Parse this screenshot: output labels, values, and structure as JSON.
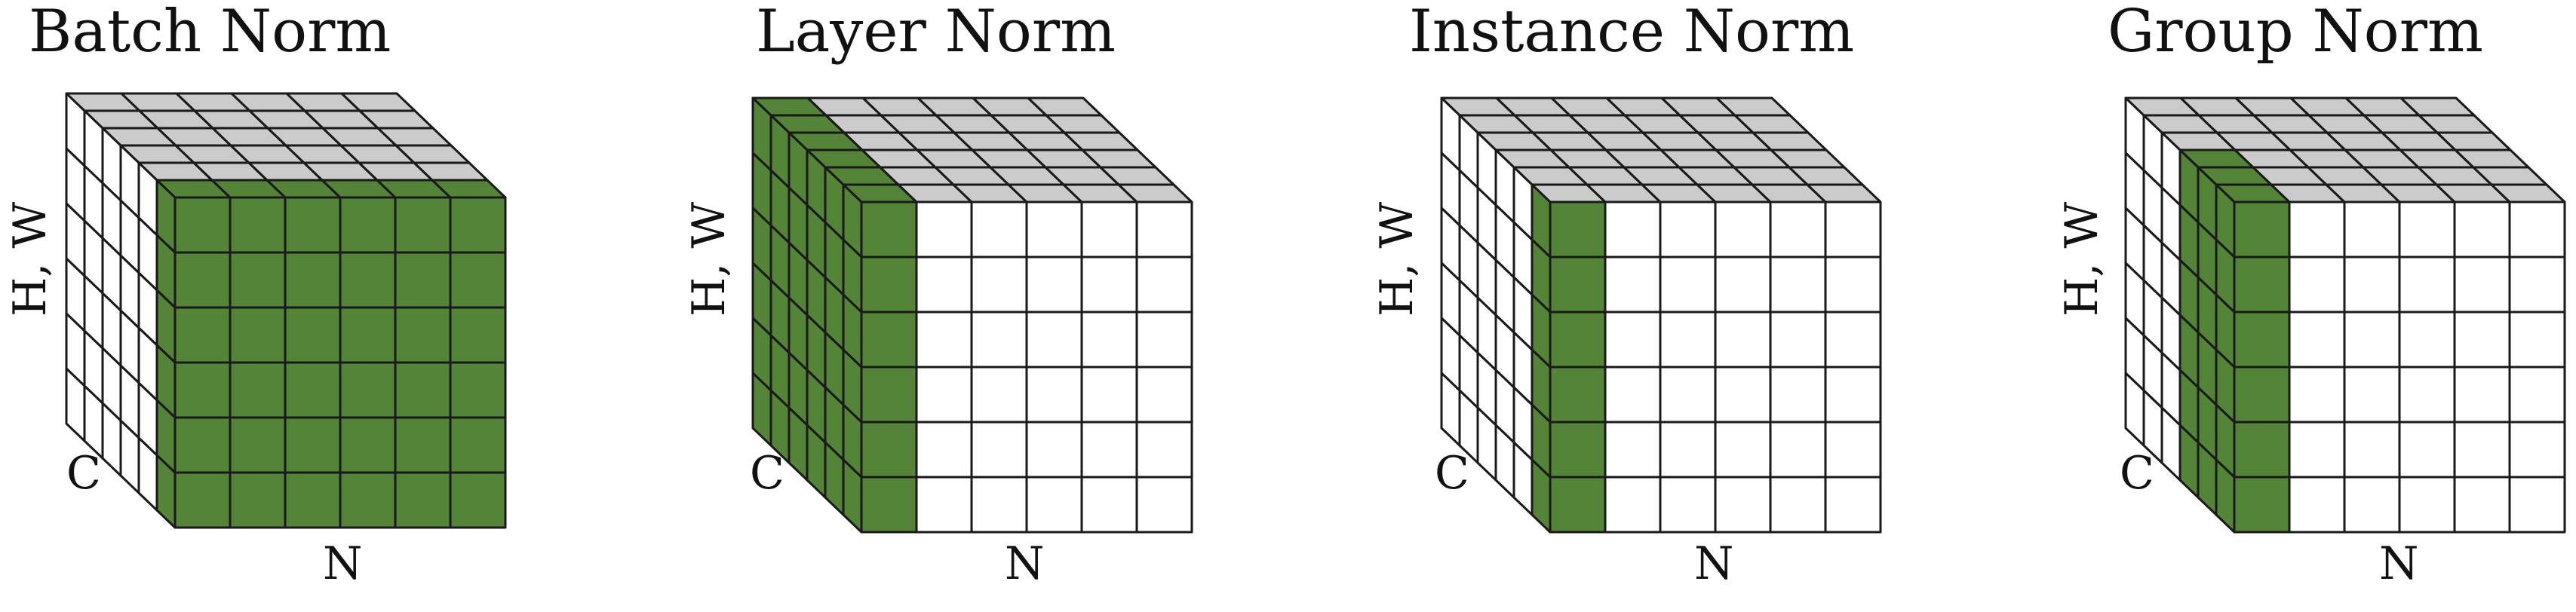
{
  "colors": {
    "highlight": "#548437",
    "top_face": "#cbcbcb",
    "empty": "#ffffff",
    "stroke": "#1a1a1a"
  },
  "grid": {
    "columns": 6,
    "rows": 6,
    "depth": 6
  },
  "panels": [
    {
      "title": "Batch Norm",
      "axis_hw": "H, W",
      "axis_c": "C",
      "axis_n": "N",
      "highlight": {
        "front_columns": [
          1,
          6
        ],
        "side_layers": []
      }
    },
    {
      "title": "Layer Norm",
      "axis_hw": "H, W",
      "axis_c": "C",
      "axis_n": "N",
      "highlight": {
        "front_columns": [
          1,
          1
        ],
        "side_layers": [
          1,
          6
        ]
      }
    },
    {
      "title": "Instance Norm",
      "axis_hw": "H, W",
      "axis_c": "C",
      "axis_n": "N",
      "highlight": {
        "front_columns": [
          1,
          1
        ],
        "side_layers": []
      }
    },
    {
      "title": "Group Norm",
      "axis_hw": "H, W",
      "axis_c": "C",
      "axis_n": "N",
      "highlight": {
        "front_columns": [
          1,
          1
        ],
        "side_layers": [
          1,
          3
        ]
      }
    }
  ]
}
